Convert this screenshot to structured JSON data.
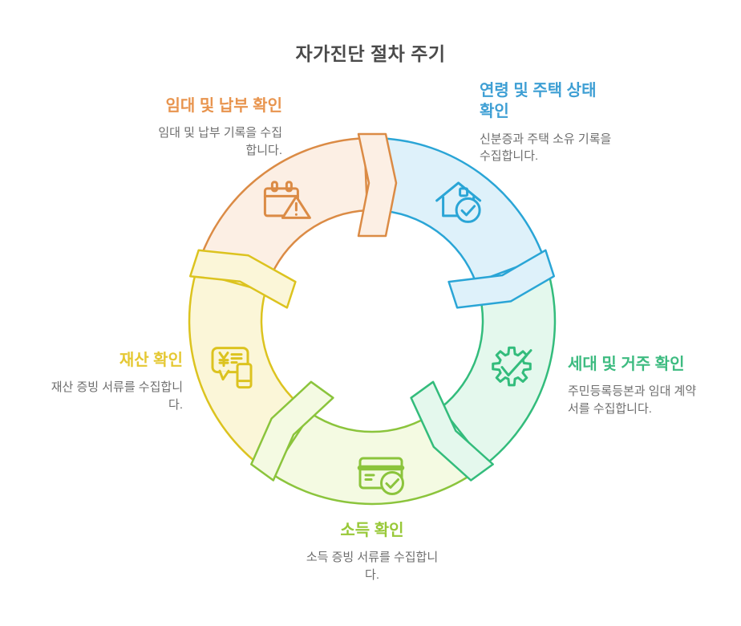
{
  "title": "자가진단 절차 주기",
  "title_color": "#4a4a4a",
  "desc_color": "#6e6e6e",
  "background_color": "#ffffff",
  "diagram": {
    "type": "cycle",
    "direction": "clockwise",
    "step_count": 5
  },
  "steps": [
    {
      "id": "age-housing",
      "title": "연령 및 주택 상태\n확인",
      "desc": "신분증과 주택 소유 기록을\n수집합니다.",
      "title_color": "#3e9fd4",
      "stroke": "#2aa5d6",
      "fill": "#def1fa",
      "icon": "house-check-icon",
      "position": "top-right"
    },
    {
      "id": "household-residence",
      "title": "세대 및 거주 확인",
      "desc": "주민등록등본과 임대 계약\n서를 수집합니다.",
      "title_color": "#3dbb80",
      "stroke": "#33bc7c",
      "fill": "#e4f8ed",
      "icon": "gear-check-icon",
      "position": "right"
    },
    {
      "id": "income",
      "title": "소득 확인",
      "desc": "소득 증빙 서류를 수집합니\n다.",
      "title_color": "#98c838",
      "stroke": "#8bc43c",
      "fill": "#f4fae2",
      "icon": "card-check-icon",
      "position": "bottom"
    },
    {
      "id": "property",
      "title": "재산 확인",
      "desc": "재산 증빙 서류를 수집합니\n다.",
      "title_color": "#e5c833",
      "stroke": "#dcc31f",
      "fill": "#fbf6d8",
      "icon": "money-chat-icon",
      "position": "left"
    },
    {
      "id": "rent-payment",
      "title": "임대 및 납부 확인",
      "desc": "임대 및 납부 기록을 수집\n합니다.",
      "title_color": "#e8944e",
      "stroke": "#db8b45",
      "fill": "#fcefe4",
      "icon": "calendar-alert-icon",
      "position": "top-left"
    }
  ]
}
